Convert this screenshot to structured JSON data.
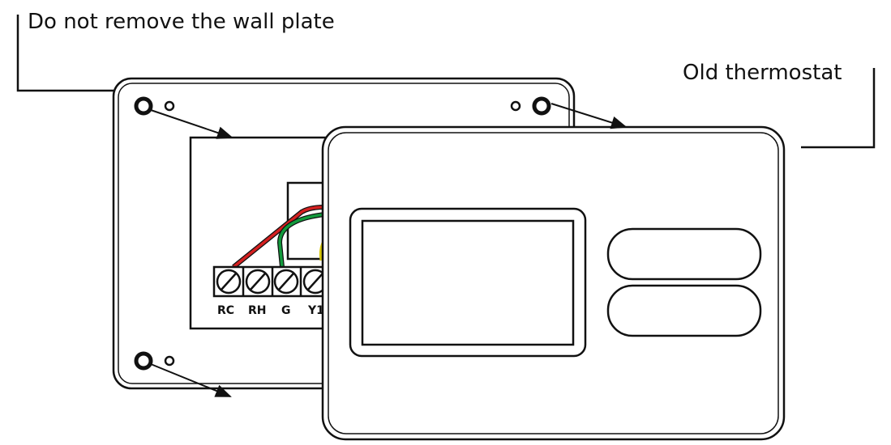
{
  "callouts": {
    "wall_plate": "Do not remove the wall plate",
    "old_thermostat": "Old thermostat"
  },
  "terminals": [
    "RC",
    "RH",
    "G",
    "Y1"
  ],
  "colors": {
    "red_wire": "#d42020",
    "green_wire": "#129a3c",
    "yellow_wire": "#d8c800",
    "line": "#111111"
  }
}
